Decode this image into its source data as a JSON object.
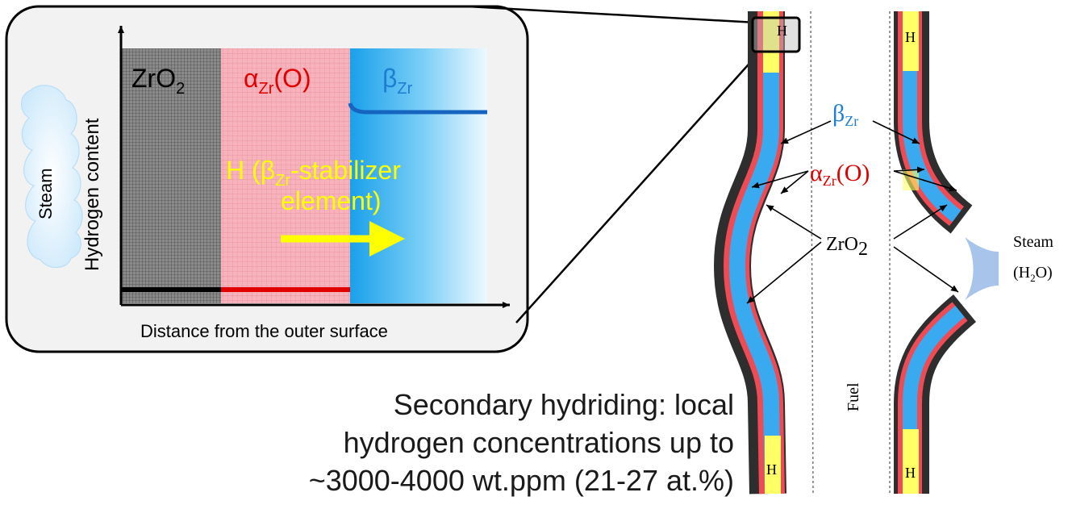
{
  "inset": {
    "y_axis_label": "Hydrogen content",
    "x_axis_label": "Distance from the outer surface",
    "steam_label": "Steam",
    "zones": {
      "zro2": {
        "base": "ZrO",
        "sub": "2",
        "color": "#6b6b6b"
      },
      "alpha": {
        "base": "α",
        "sub": "Zr",
        "tail": "(O)",
        "color": "#f4a6b0"
      },
      "beta": {
        "base": "β",
        "sub": "Zr",
        "color": "#29a3e8"
      }
    },
    "h_arrow": {
      "line1_prefix": "H (β",
      "line1_sub": "Zr",
      "line1_suffix": "-stabilizer",
      "line2": "element)",
      "color": "#ffff00"
    }
  },
  "cladding": {
    "h_marks": [
      "H",
      "H",
      "H",
      "H"
    ],
    "beta_label": {
      "base": "β",
      "sub": "Zr"
    },
    "alpha_label": {
      "base": "α",
      "sub": "Zr",
      "tail": "(O)"
    },
    "zro2_label": {
      "base": "ZrO",
      "sub": "2"
    },
    "fuel_label": "Fuel",
    "steam_label": "Steam",
    "steam_formula": {
      "pre": "(H",
      "sub": "2",
      "post": "O)"
    },
    "colors": {
      "oxide": "#2e2e2e",
      "alpha": "#ef4b55",
      "beta": "#3aaaf0",
      "hydride": "#ffff66"
    }
  },
  "caption": {
    "line1": "Secondary hydriding: local",
    "line2": "hydrogen concentrations up to",
    "line3": "~3000-4000 wt.ppm (21-27 at.%)"
  }
}
